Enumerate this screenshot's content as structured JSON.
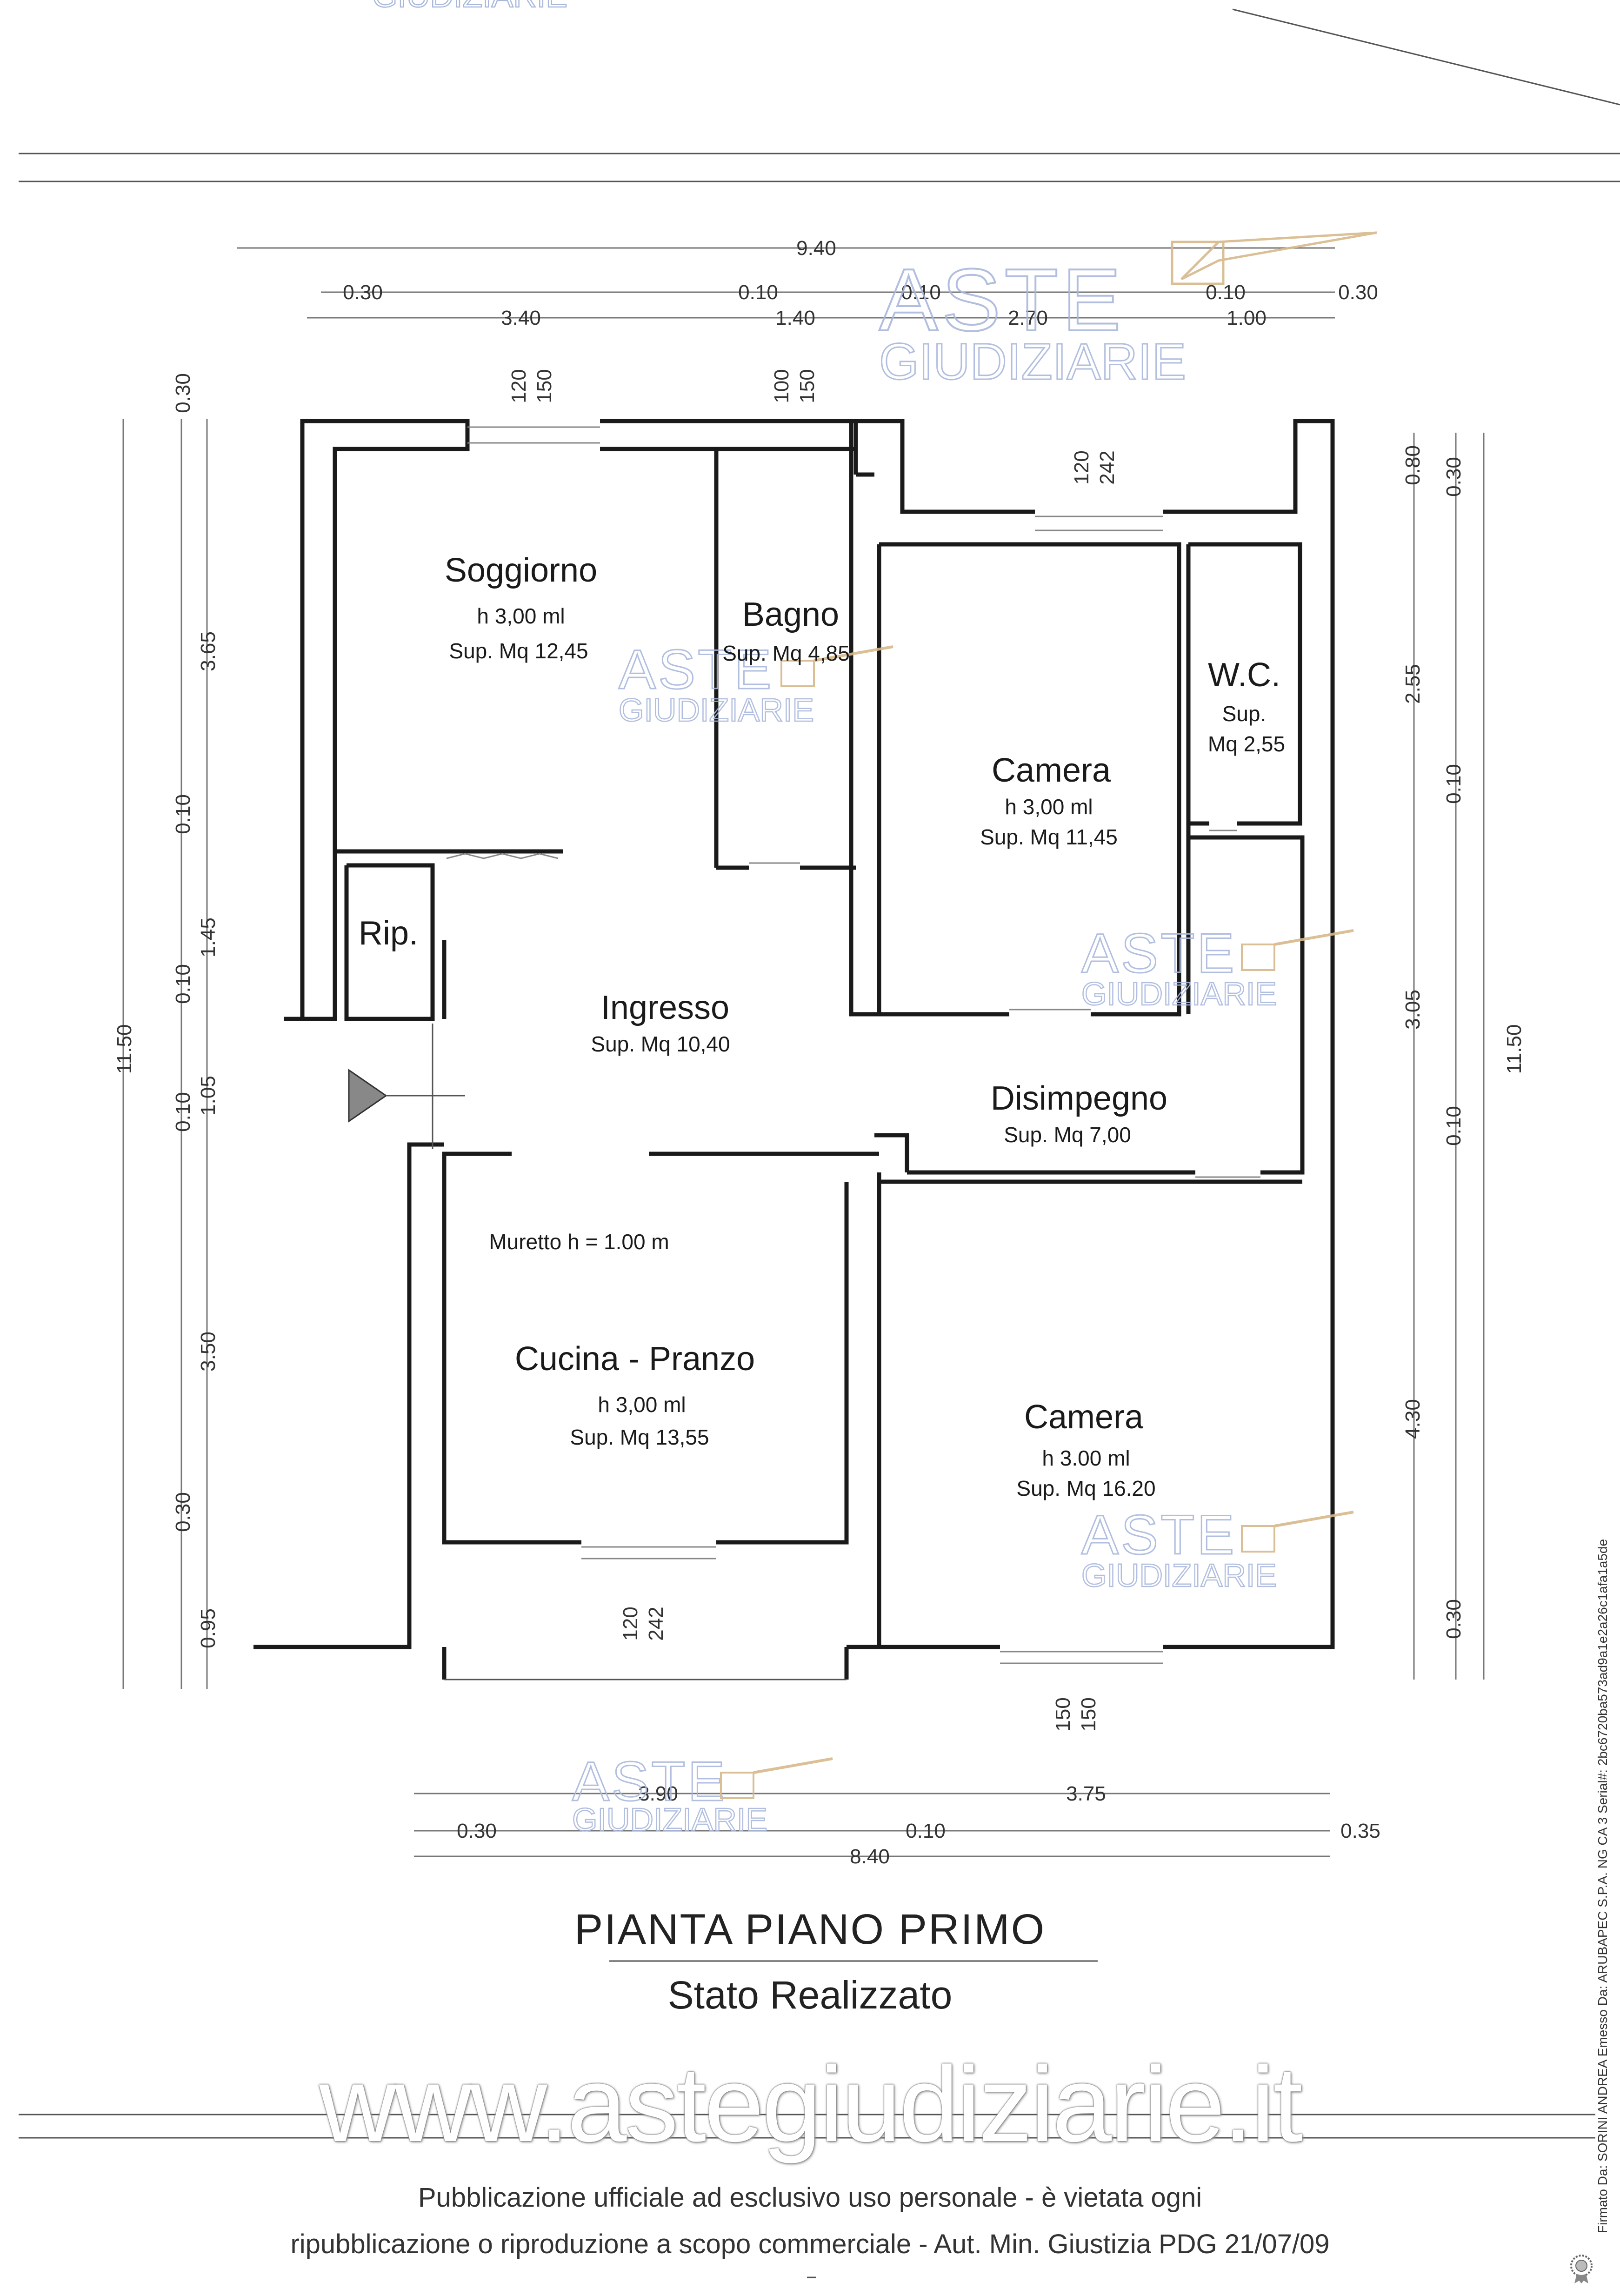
{
  "page": {
    "title": "PIANTA PIANO PRIMO",
    "subtitle": "Stato Realizzato",
    "website": "www.astegiudiziarie.it",
    "footer_line_1": "Pubblicazione ufficiale ad esclusivo uso personale - è vietata ogni",
    "footer_line_2": "ripubblicazione o riproduzione a scopo commerciale - Aut. Min. Giustizia PDG 21/07/09",
    "signature": "Firmato Da: SORINI ANDREA Emesso Da: ARUBAPEC S.P.A. NG CA 3 Serial#: 2bc6720ba573ad9a1e2a26c1afa1a5de"
  },
  "watermark": {
    "line1": "ASTE",
    "line2": "GIUDIZIARIE",
    "top_partial": "GIUDIZIARIE"
  },
  "rooms": {
    "soggiorno": {
      "name": "Soggiorno",
      "height": "h 3,00 ml",
      "area": "Sup. Mq 12,45"
    },
    "bagno": {
      "name": "Bagno",
      "area": "Sup. Mq 4,85"
    },
    "wc": {
      "name": "W.C.",
      "area_label": "Sup.",
      "area": "Mq 2,55"
    },
    "camera_1": {
      "name": "Camera",
      "height": "h 3,00 ml",
      "area": "Sup. Mq 11,45"
    },
    "rip": {
      "name": "Rip."
    },
    "ingresso": {
      "name": "Ingresso",
      "area": "Sup. Mq 10,40"
    },
    "disimpegno": {
      "name": "Disimpegno",
      "area": "Sup. Mq 7,00"
    },
    "muretto": {
      "label": "Muretto h = 1.00 m"
    },
    "cucina": {
      "name": "Cucina - Pranzo",
      "height": "h 3,00 ml",
      "area": "Sup. Mq 13,55"
    },
    "camera_2": {
      "name": "Camera",
      "height": "h 3.00 ml",
      "area": "Sup. Mq 16.20"
    }
  },
  "dimensions": {
    "top_total": "9.40",
    "top_row": [
      "0.30",
      "3.40",
      "0.10",
      "1.40",
      "0.10",
      "2.70",
      "0.10",
      "1.00",
      "0.30"
    ],
    "bottom_row": [
      "3.90",
      "3.75"
    ],
    "bottom_offsets": [
      "0.30",
      "0.10",
      "0.35"
    ],
    "bottom_total": "8.40",
    "left_total": "11.50",
    "left_col": [
      "0.30",
      "3.65",
      "0.10",
      "1.45",
      "0.10",
      "1.05",
      "0.10",
      "3.50",
      "0.30",
      "0.95"
    ],
    "right_total": "11.50",
    "right_col": [
      "0.80",
      "0.30",
      "2.55",
      "0.10",
      "3.05",
      "0.10",
      "4.30",
      "0.30"
    ],
    "windows": {
      "soggiorno": [
        "120",
        "150"
      ],
      "bagno": [
        "100",
        "150"
      ],
      "camera_top": [
        "120",
        "242"
      ],
      "cucina": [
        "120",
        "242"
      ],
      "camera_bottom": [
        "150",
        "150"
      ]
    }
  }
}
